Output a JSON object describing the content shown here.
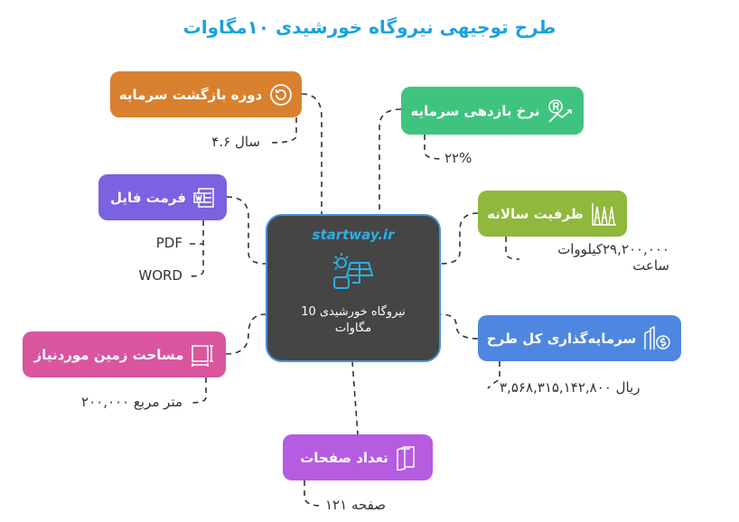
{
  "title": "طرح توجیهی نیروگاه خورشیدی ۱۰مگاوات",
  "center": {
    "brand": "startway.ir",
    "label": "نیروگاه خورشیدی 10 مگاوات",
    "icon": "solar-panel-icon"
  },
  "nodes": [
    {
      "id": "payback",
      "label": "دوره بازگشت سرمایه",
      "icon": "refresh-icon",
      "color": "#d9802f",
      "values": [
        "سال ۴.۶"
      ]
    },
    {
      "id": "roi",
      "label": "نرخ بازدهی سرمایه",
      "icon": "growth-chart-icon",
      "color": "#3fc47f",
      "values": [
        "۲۲%"
      ]
    },
    {
      "id": "format",
      "label": "فرمت فایل",
      "icon": "word-document-icon",
      "color": "#7b62e0",
      "values": [
        "PDF",
        "WORD"
      ]
    },
    {
      "id": "capacity",
      "label": "ظرفیت سالانه",
      "icon": "capacity-icon",
      "color": "#8fb83d",
      "values": [
        "۲۹,۲۰۰,۰۰۰کیلووات",
        "ساعت"
      ]
    },
    {
      "id": "land",
      "label": "مساحت زمین موردنیاز",
      "icon": "area-icon",
      "color": "#d9569f",
      "values": [
        "متر مربع ۲۰۰,۰۰۰"
      ]
    },
    {
      "id": "investment",
      "label": "سرمایه‌گذاری کل طرح",
      "icon": "investment-icon",
      "color": "#4f87e0",
      "values": [
        "ریال ۳,۵۶۸,۳۱۵,۱۴۲,۸۰۰"
      ]
    },
    {
      "id": "pages",
      "label": "تعداد صفحات",
      "icon": "book-icon",
      "color": "#b65ce0",
      "values": [
        "صفحه ۱۲۱"
      ]
    }
  ]
}
